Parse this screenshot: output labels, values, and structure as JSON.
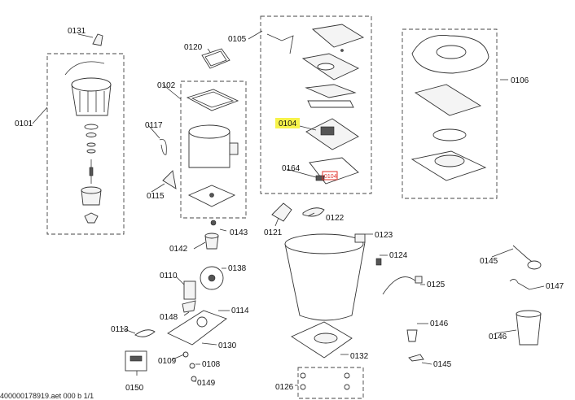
{
  "labels": {
    "p0131": "0131",
    "p0120": "0120",
    "p0105": "0105",
    "p0101": "0101",
    "p0102": "0102",
    "p0117": "0117",
    "p0115": "0115",
    "p0104": "0104",
    "p0164": "0164",
    "p0106": "0106",
    "p0121": "0121",
    "p0122": "0122",
    "p0123": "0123",
    "p0142": "0142",
    "p0143": "0143",
    "p0138": "0138",
    "p0124": "0124",
    "p0145a": "0145",
    "p0147": "0147",
    "p0110": "0110",
    "p0125": "0125",
    "p0148": "0148",
    "p0114": "0114",
    "p0113": "0113",
    "p0130": "0130",
    "p0146a": "0146",
    "p0146b": "0146",
    "p0109": "0109",
    "p0108": "0108",
    "p0132": "0132",
    "p0145b": "0145",
    "p0150": "0150",
    "p0149": "0149",
    "p0126": "0126"
  },
  "highlight": {
    "label": "0104",
    "color": "#f7f34a"
  },
  "marker": {
    "text": "0104",
    "color": "#e0302a"
  },
  "footer": "400000178919.aet 000 b 1/1"
}
